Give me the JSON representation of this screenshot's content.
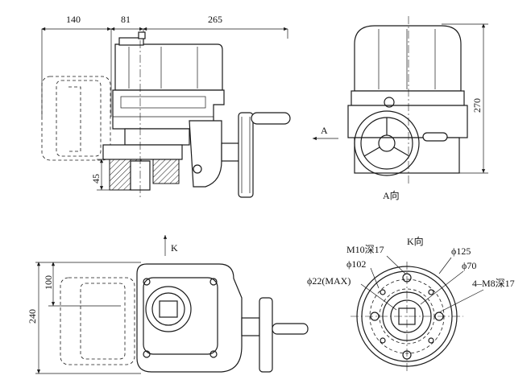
{
  "top_view": {
    "dim_handwheel_offset": "140",
    "dim_center_offset": "81",
    "dim_total_width": "265",
    "dim_base_height": "45",
    "dim_side_height": "270",
    "arrow_a_label": "A",
    "view_a_caption": "A向"
  },
  "bottom_view": {
    "arrow_k_label": "K",
    "dim_partial_height": "100",
    "dim_total_height": "240",
    "view_k_caption": "K向",
    "callout_m10": "M10深17",
    "callout_d102": "ϕ102",
    "callout_d22": "ϕ22(MAX)",
    "callout_d125": "ϕ125",
    "callout_d70": "ϕ70",
    "callout_m8": "4–M8深17"
  }
}
